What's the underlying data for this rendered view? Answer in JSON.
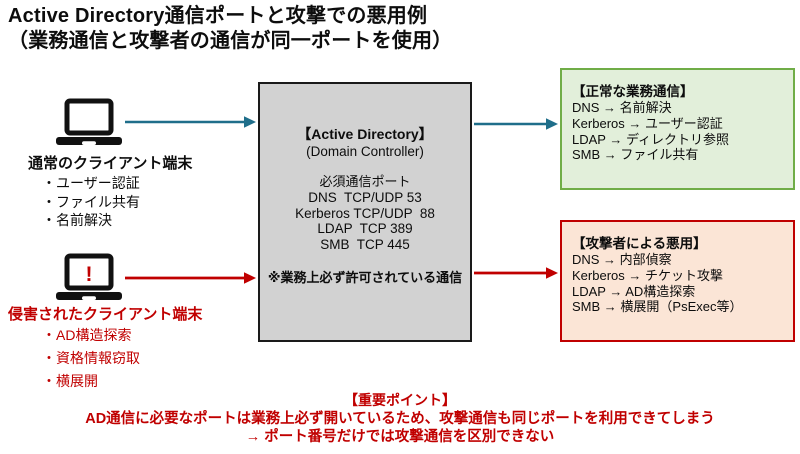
{
  "title": {
    "line1": "Active Directory通信ポートと攻撃での悪用例",
    "line2": "（業務通信と攻撃者の通信が同一ポートを使用）"
  },
  "normal_client": {
    "label": "通常のクライアント端末",
    "items": [
      "・ユーザー認証",
      "・ファイル共有",
      "・名前解決"
    ]
  },
  "compromised_client": {
    "label": "侵害されたクライアント端末",
    "alert_mark": "!",
    "items": [
      "・AD構造探索",
      "・資格情報窃取",
      "・横展開"
    ]
  },
  "ad_box": {
    "title": "【Active Directory】",
    "subtitle": "(Domain Controller)",
    "ports_header": "必須通信ポート",
    "ports": [
      "DNS  TCP/UDP 53",
      "Kerberos TCP/UDP  88",
      "LDAP  TCP 389",
      "SMB  TCP 445"
    ],
    "note": "※業務上必ず許可されている通信"
  },
  "normal_traffic_box": {
    "title": "【正常な業務通信】",
    "items": [
      "DNS → 名前解決",
      "Kerberos → ユーザー認証",
      "LDAP → ディレクトリ参照",
      "SMB → ファイル共有"
    ]
  },
  "attack_box": {
    "title": "【攻撃者による悪用】",
    "items": [
      "DNS → 内部偵察",
      "Kerberos → チケット攻撃",
      "LDAP → AD構造探索",
      "SMB → 横展開（PsExec等）"
    ]
  },
  "key_point": {
    "title": "【重要ポイント】",
    "line1": "AD通信に必要なポートは業務上必ず開いているため、攻撃通信も同じポートを利用できてしまう",
    "line2": "→ ポート番号だけでは攻撃通信を区別できない"
  },
  "colors": {
    "teal_arrow": "#1f6e8a",
    "red_accent": "#c00000",
    "green_border": "#70ad47",
    "green_bg": "#e2efda",
    "attack_bg": "#fbe5d6",
    "ad_box_bg": "#d2d2d2"
  }
}
